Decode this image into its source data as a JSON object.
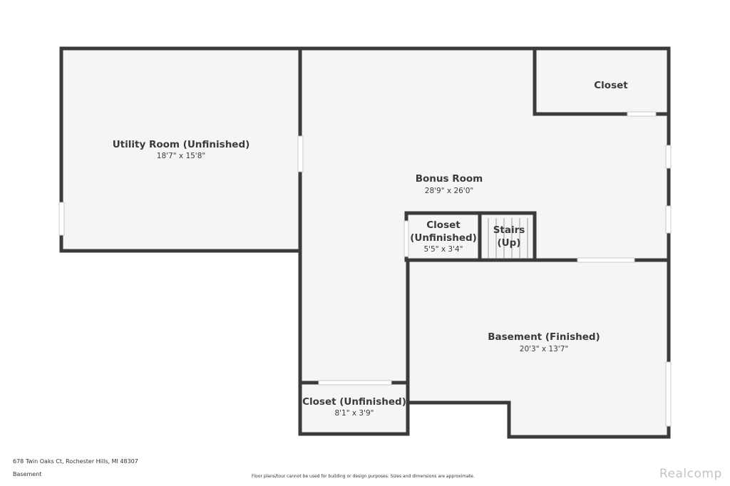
{
  "rooms": {
    "utility": {
      "name": "Utility Room (Unfinished)",
      "dims": "18'7\" x 15'8\""
    },
    "bonus": {
      "name": "Bonus Room",
      "dims": "28'9\" x 26'0\""
    },
    "closet_top": {
      "name": "Closet"
    },
    "closet_mid": {
      "name_line1": "Closet",
      "name_line2": "(Unfinished)",
      "dims": "5'5\" x 3'4\""
    },
    "stairs": {
      "name_line1": "Stairs",
      "name_line2": "(Up)"
    },
    "basement": {
      "name": "Basement (Finished)",
      "dims": "20'3\" x 13'7\""
    },
    "closet_bottom": {
      "name": "Closet (Unfinished)",
      "dims": "8'1\" x 3'9\""
    }
  },
  "footer": {
    "address": "678 Twin Oaks Ct, Rochester Hills, MI 48307",
    "level": "Basement",
    "disclaimer": "Floor plans/tour cannot be used for building or design purposes. Sizes and dimensions are approximate."
  },
  "watermark": "Realcomp",
  "colors": {
    "wall": "#3b3b3b",
    "floor": "#f5f5f5",
    "opening": "#ffffff"
  }
}
